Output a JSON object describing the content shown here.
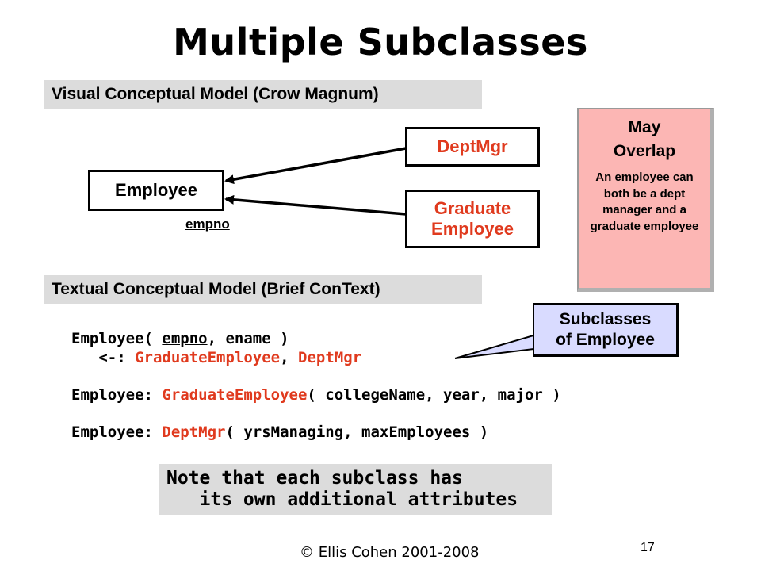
{
  "title": "Multiple Subclasses",
  "visual_model_header": "Visual Conceptual Model (Crow Magnum)",
  "textual_model_header": "Textual Conceptual Model (Brief ConText)",
  "diagram": {
    "superclass": "Employee",
    "superclass_key": "empno",
    "subclasses": [
      "DeptMgr",
      "Graduate\nEmployee"
    ],
    "connector_style": "arrow-to-superclass"
  },
  "overlap_note": {
    "title": "May\nOverlap",
    "body": "An employee can both be a dept manager and a graduate employee"
  },
  "callout": "Subclasses\nof Employee",
  "code": {
    "line1_prefix": "Employee( ",
    "line1_key": "empno",
    "line1_suffix": ", ename )",
    "line2_prefix": "   <-: ",
    "line2_sub1": "GraduateEmployee",
    "line2_sep": ", ",
    "line2_sub2": "DeptMgr",
    "line3_prefix": "Employee: ",
    "line3_sub": "GraduateEmployee",
    "line3_suffix": "( collegeName, year, major )",
    "line4_prefix": "Employee: ",
    "line4_sub": "DeptMgr",
    "line4_suffix": "( yrsManaging, maxEmployees )"
  },
  "note": "Note that each subclass has\n   its own additional attributes",
  "copyright": "© Ellis Cohen 2001-2008",
  "page_number": "17",
  "colors": {
    "subclass_text": "#e03a1e",
    "overlap_bg": "#fcb6b4",
    "callout_bg": "#d9dbff",
    "header_bg": "#dcdcdc"
  }
}
